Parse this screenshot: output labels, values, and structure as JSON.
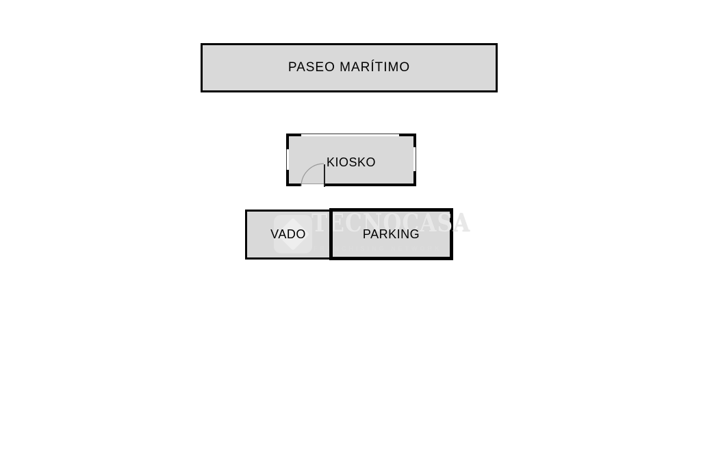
{
  "plan": {
    "areas": [
      {
        "id": "paseo-maritimo",
        "label": "PASEO MARÍTIMO"
      },
      {
        "id": "kiosko",
        "label": "KIOSKO"
      },
      {
        "id": "vado",
        "label": "VADO"
      },
      {
        "id": "parking",
        "label": "PARKING"
      }
    ],
    "features": {
      "kiosko_door": "door-swing-arc",
      "kiosko_windows": [
        "top",
        "left",
        "right"
      ]
    },
    "colors": {
      "area_fill": "#d9d9d9",
      "wall": "#000000",
      "door_arc": "#999999",
      "background": "#ffffff"
    }
  },
  "watermark": {
    "brand": "TECNOCASA",
    "tagline": "FRANCHISING NETWORK",
    "icon": "tecnocasa-house-logo"
  }
}
